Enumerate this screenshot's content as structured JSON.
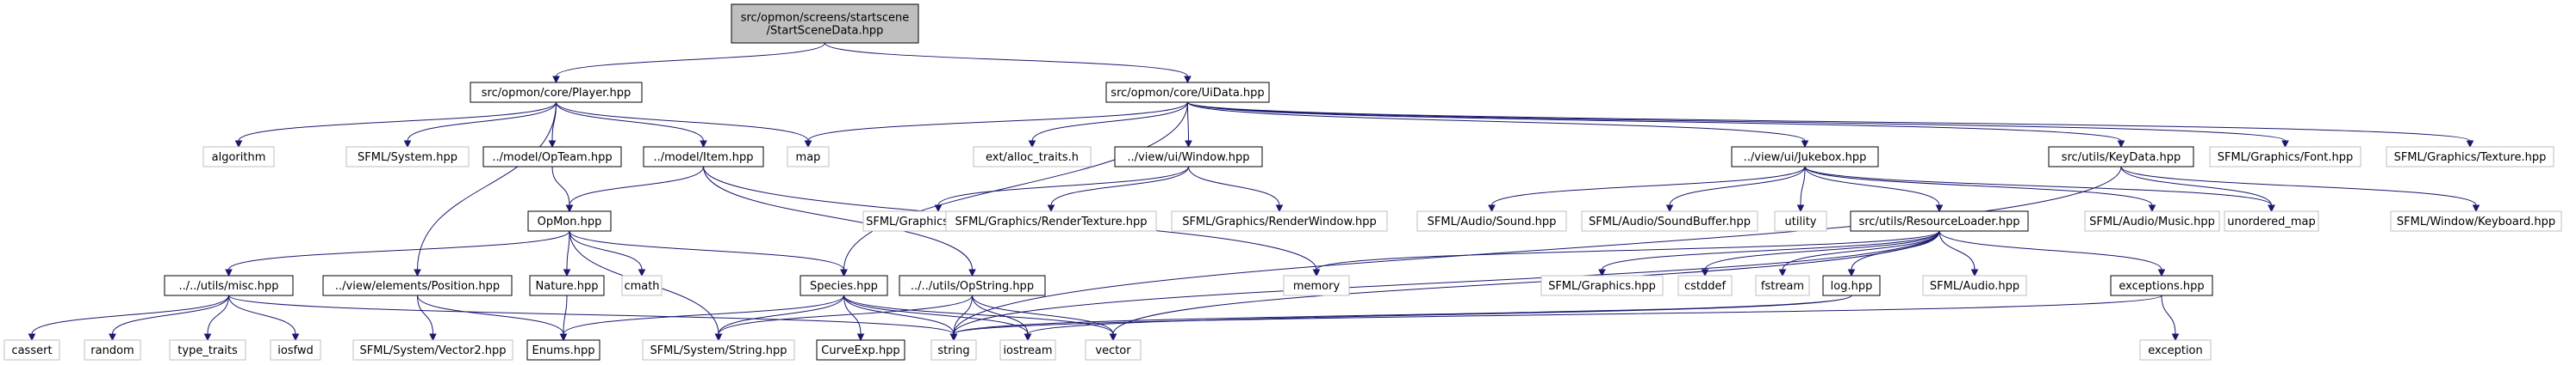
{
  "title": "",
  "nodes": [
    {
      "id": "root",
      "label": "src/opmon/screens/startscene\n/StartSceneData.hpp",
      "kind": "root"
    },
    {
      "id": "player",
      "label": "src/opmon/core/Player.hpp",
      "kind": "file"
    },
    {
      "id": "uidata",
      "label": "src/opmon/core/UiData.hpp",
      "kind": "file"
    },
    {
      "id": "algorithm",
      "label": "algorithm",
      "kind": "external"
    },
    {
      "id": "sfsystem",
      "label": "SFML/System.hpp",
      "kind": "external"
    },
    {
      "id": "opteam",
      "label": "../model/OpTeam.hpp",
      "kind": "file"
    },
    {
      "id": "item",
      "label": "../model/Item.hpp",
      "kind": "file"
    },
    {
      "id": "map",
      "label": "map",
      "kind": "external"
    },
    {
      "id": "alloc",
      "label": "ext/alloc_traits.h",
      "kind": "external"
    },
    {
      "id": "window",
      "label": "../view/ui/Window.hpp",
      "kind": "file"
    },
    {
      "id": "jukebox",
      "label": "../view/ui/Jukebox.hpp",
      "kind": "file"
    },
    {
      "id": "keydata",
      "label": "src/utils/KeyData.hpp",
      "kind": "file"
    },
    {
      "id": "sffont",
      "label": "SFML/Graphics/Font.hpp",
      "kind": "external"
    },
    {
      "id": "sftexture",
      "label": "SFML/Graphics/Texture.hpp",
      "kind": "external"
    },
    {
      "id": "opmon",
      "label": "OpMon.hpp",
      "kind": "file"
    },
    {
      "id": "sfsprite",
      "label": "SFML/Graphics/Sprite.hpp",
      "kind": "external"
    },
    {
      "id": "sfrendertex",
      "label": "SFML/Graphics/RenderTexture.hpp",
      "kind": "external"
    },
    {
      "id": "sfrenderwin",
      "label": "SFML/Graphics/RenderWindow.hpp",
      "kind": "external"
    },
    {
      "id": "sfsound",
      "label": "SFML/Audio/Sound.hpp",
      "kind": "external"
    },
    {
      "id": "sfsoundbuf",
      "label": "SFML/Audio/SoundBuffer.hpp",
      "kind": "external"
    },
    {
      "id": "utility",
      "label": "utility",
      "kind": "external"
    },
    {
      "id": "resloader",
      "label": "src/utils/ResourceLoader.hpp",
      "kind": "file"
    },
    {
      "id": "sfmusic",
      "label": "SFML/Audio/Music.hpp",
      "kind": "external"
    },
    {
      "id": "umap",
      "label": "unordered_map",
      "kind": "external"
    },
    {
      "id": "sfkeyboard",
      "label": "SFML/Window/Keyboard.hpp",
      "kind": "external"
    },
    {
      "id": "misc",
      "label": "../../utils/misc.hpp",
      "kind": "file"
    },
    {
      "id": "position",
      "label": "../view/elements/Position.hpp",
      "kind": "file"
    },
    {
      "id": "nature",
      "label": "Nature.hpp",
      "kind": "file"
    },
    {
      "id": "cmath",
      "label": "cmath",
      "kind": "external"
    },
    {
      "id": "species",
      "label": "Species.hpp",
      "kind": "file"
    },
    {
      "id": "opstring",
      "label": "../../utils/OpString.hpp",
      "kind": "file"
    },
    {
      "id": "memory",
      "label": "memory",
      "kind": "external"
    },
    {
      "id": "sfgraphics",
      "label": "SFML/Graphics.hpp",
      "kind": "external"
    },
    {
      "id": "cstddef",
      "label": "cstddef",
      "kind": "external"
    },
    {
      "id": "fstream",
      "label": "fstream",
      "kind": "external"
    },
    {
      "id": "log",
      "label": "log.hpp",
      "kind": "file"
    },
    {
      "id": "sfaudio",
      "label": "SFML/Audio.hpp",
      "kind": "external"
    },
    {
      "id": "exceptions",
      "label": "exceptions.hpp",
      "kind": "file"
    },
    {
      "id": "cassert",
      "label": "cassert",
      "kind": "external"
    },
    {
      "id": "random",
      "label": "random",
      "kind": "external"
    },
    {
      "id": "typetraits",
      "label": "type_traits",
      "kind": "external"
    },
    {
      "id": "iosfwd",
      "label": "iosfwd",
      "kind": "external"
    },
    {
      "id": "sfvector2",
      "label": "SFML/System/Vector2.hpp",
      "kind": "external"
    },
    {
      "id": "enums",
      "label": "Enums.hpp",
      "kind": "file"
    },
    {
      "id": "sfstring",
      "label": "SFML/System/String.hpp",
      "kind": "external"
    },
    {
      "id": "curveexp",
      "label": "CurveExp.hpp",
      "kind": "file"
    },
    {
      "id": "string",
      "label": "string",
      "kind": "external"
    },
    {
      "id": "iostream",
      "label": "iostream",
      "kind": "external"
    },
    {
      "id": "vector",
      "label": "vector",
      "kind": "external"
    },
    {
      "id": "exception",
      "label": "exception",
      "kind": "external"
    }
  ],
  "edges": [
    [
      "root",
      "player"
    ],
    [
      "root",
      "uidata"
    ],
    [
      "player",
      "algorithm"
    ],
    [
      "player",
      "sfsystem"
    ],
    [
      "player",
      "opteam"
    ],
    [
      "player",
      "item"
    ],
    [
      "player",
      "map"
    ],
    [
      "player",
      "position"
    ],
    [
      "uidata",
      "map"
    ],
    [
      "uidata",
      "alloc"
    ],
    [
      "uidata",
      "window"
    ],
    [
      "uidata",
      "jukebox"
    ],
    [
      "uidata",
      "keydata"
    ],
    [
      "uidata",
      "sffont"
    ],
    [
      "uidata",
      "sftexture"
    ],
    [
      "uidata",
      "species"
    ],
    [
      "opteam",
      "opmon"
    ],
    [
      "item",
      "opmon"
    ],
    [
      "item",
      "memory"
    ],
    [
      "item",
      "opstring"
    ],
    [
      "window",
      "sfsprite"
    ],
    [
      "window",
      "sfrendertex"
    ],
    [
      "window",
      "sfrenderwin"
    ],
    [
      "jukebox",
      "sfsound"
    ],
    [
      "jukebox",
      "sfsoundbuf"
    ],
    [
      "jukebox",
      "utility"
    ],
    [
      "jukebox",
      "resloader"
    ],
    [
      "jukebox",
      "sfmusic"
    ],
    [
      "jukebox",
      "umap"
    ],
    [
      "keydata",
      "umap"
    ],
    [
      "keydata",
      "sfkeyboard"
    ],
    [
      "keydata",
      "string"
    ],
    [
      "opmon",
      "misc"
    ],
    [
      "opmon",
      "nature"
    ],
    [
      "opmon",
      "cmath"
    ],
    [
      "opmon",
      "species"
    ],
    [
      "opmon",
      "sfstring"
    ],
    [
      "nature",
      "enums"
    ],
    [
      "species",
      "enums"
    ],
    [
      "species",
      "sfstring"
    ],
    [
      "species",
      "curveexp"
    ],
    [
      "species",
      "string"
    ],
    [
      "species",
      "iostream"
    ],
    [
      "species",
      "vector"
    ],
    [
      "opstring",
      "sfstring"
    ],
    [
      "opstring",
      "string"
    ],
    [
      "opstring",
      "iostream"
    ],
    [
      "opstring",
      "vector"
    ],
    [
      "misc",
      "cassert"
    ],
    [
      "misc",
      "random"
    ],
    [
      "misc",
      "typetraits"
    ],
    [
      "misc",
      "iosfwd"
    ],
    [
      "misc",
      "string"
    ],
    [
      "position",
      "sfvector2"
    ],
    [
      "position",
      "enums"
    ],
    [
      "resloader",
      "memory"
    ],
    [
      "resloader",
      "sfgraphics"
    ],
    [
      "resloader",
      "cstddef"
    ],
    [
      "resloader",
      "fstream"
    ],
    [
      "resloader",
      "log"
    ],
    [
      "resloader",
      "sfaudio"
    ],
    [
      "resloader",
      "exceptions"
    ],
    [
      "resloader",
      "string"
    ],
    [
      "resloader",
      "vector"
    ],
    [
      "log",
      "string"
    ],
    [
      "log",
      "iostream"
    ],
    [
      "exceptions",
      "string"
    ],
    [
      "exceptions",
      "exception"
    ]
  ],
  "colors": {
    "root_fill": "#bfbfbf",
    "node_border": "#000000",
    "external_border": "#bfbfbf",
    "external_text": "#000000",
    "edge": "#191970",
    "background": "#ffffff"
  }
}
